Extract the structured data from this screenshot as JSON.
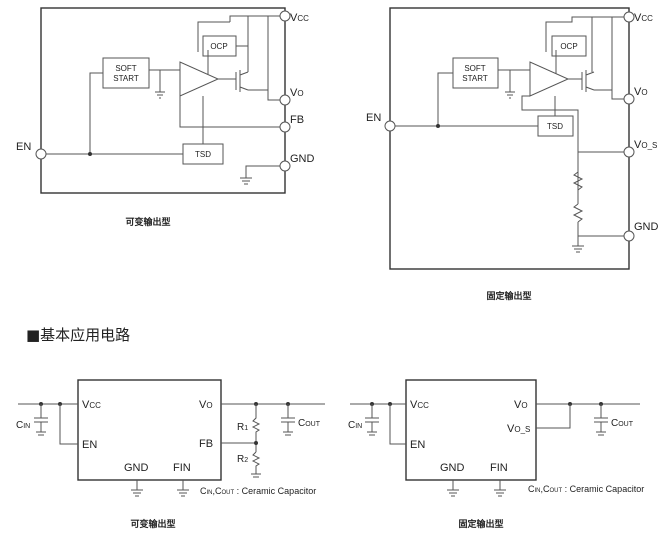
{
  "top_left": {
    "pins": {
      "vcc": "V",
      "vcc_sub": "CC",
      "vo": "V",
      "vo_sub": "O",
      "fb": "FB",
      "gnd": "GND",
      "en": "EN"
    },
    "blocks": {
      "soft_start_1": "SOFT",
      "soft_start_2": "START",
      "ocp": "OCP",
      "tsd": "TSD"
    },
    "caption": "可变输出型"
  },
  "top_right": {
    "pins": {
      "vcc": "V",
      "vcc_sub": "CC",
      "vo": "V",
      "vo_sub": "O",
      "vos": "V",
      "vos_sub": "O_S",
      "gnd": "GND",
      "en": "EN"
    },
    "blocks": {
      "soft_start_1": "SOFT",
      "soft_start_2": "START",
      "ocp": "OCP",
      "tsd": "TSD"
    },
    "caption": "固定输出型"
  },
  "section_title": "■基本应用电路",
  "bottom_left": {
    "pins": {
      "vcc": "V",
      "vcc_sub": "CC",
      "en": "EN",
      "vo": "V",
      "vo_sub": "O",
      "fb": "FB",
      "gnd": "GND",
      "fin": "FIN"
    },
    "cin": "C",
    "cin_sub": "IN",
    "cout": "C",
    "cout_sub": "OUT",
    "r1": "R",
    "r1_sub": "1",
    "r2": "R",
    "r2_sub": "2",
    "note_c": "C",
    "note_in": "IN",
    "note_sep": ",C",
    "note_out": "OUT",
    "note_rest": " : Ceramic Capacitor",
    "caption": "可变输出型"
  },
  "bottom_right": {
    "pins": {
      "vcc": "V",
      "vcc_sub": "CC",
      "en": "EN",
      "vo": "V",
      "vo_sub": "O",
      "vos": "V",
      "vos_sub": "O_S",
      "gnd": "GND",
      "fin": "FIN"
    },
    "cin": "C",
    "cin_sub": "IN",
    "cout": "C",
    "cout_sub": "OUT",
    "note_c": "C",
    "note_in": "IN",
    "note_sep": ",C",
    "note_out": "OUT",
    "note_rest": " : Ceramic Capacitor",
    "caption": "固定输出型"
  }
}
